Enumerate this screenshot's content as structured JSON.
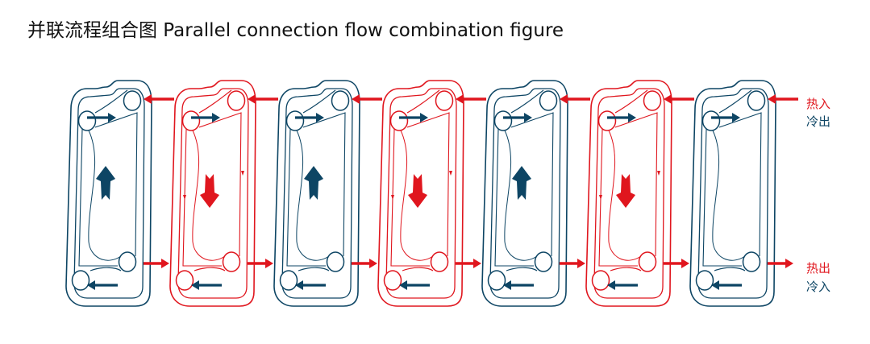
{
  "title": "并联流程组合图 Parallel connection flow combination figure",
  "colors": {
    "hot": "#e0161e",
    "cold": "#0d4564"
  },
  "plates": [
    "cold",
    "hot",
    "cold",
    "hot",
    "cold",
    "hot",
    "cold"
  ],
  "labels": {
    "hot_in": "热入",
    "cold_out": "冷出",
    "hot_out": "热出",
    "cold_in": "冷入"
  }
}
